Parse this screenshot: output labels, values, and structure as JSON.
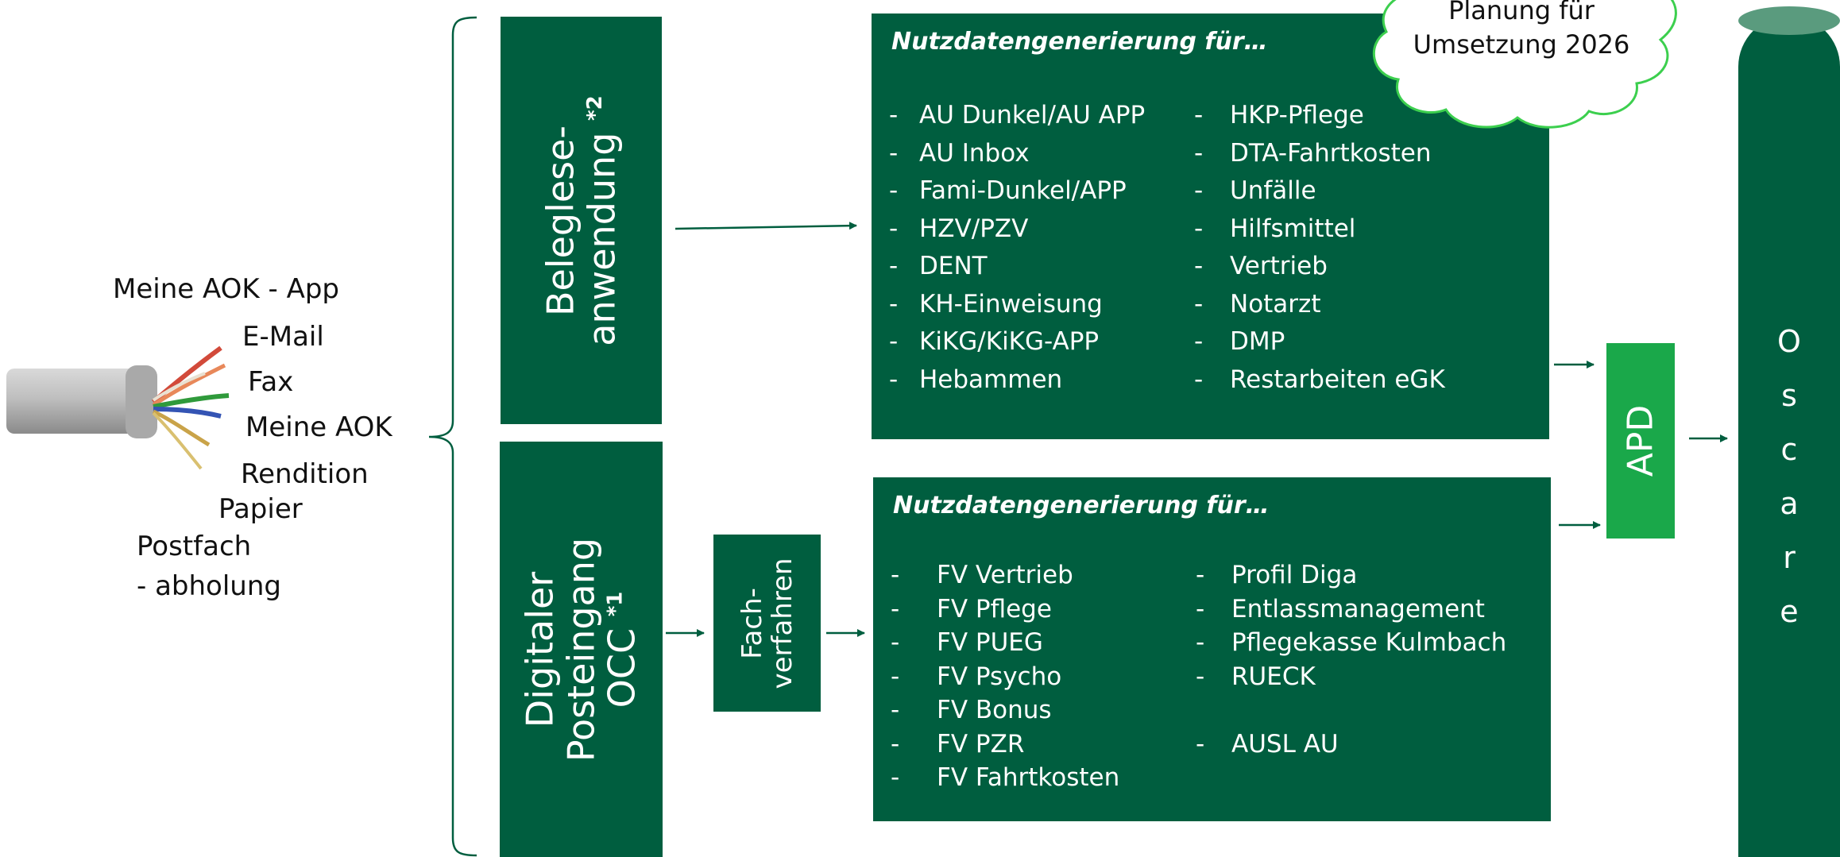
{
  "sources": {
    "items": [
      "Meine AOK - App",
      "E-Mail",
      "Fax",
      "Meine AOK",
      "Rendition",
      "Papier",
      "Postfach",
      "- abholung"
    ]
  },
  "belegleseanwendung": {
    "line1": "Beleglese-",
    "line2": "anwendung",
    "footnote": "*2"
  },
  "digitaler_posteingang": {
    "line1": "Digitaler",
    "line2": "Posteingang",
    "line3": "OCC",
    "footnote": "*1"
  },
  "fachverfahren": {
    "line1": "Fach-",
    "line2": "verfahren"
  },
  "panel_top": {
    "title": "Nutzdatengenerierung für…",
    "dash": "-",
    "col1": [
      "AU Dunkel/AU APP",
      "AU Inbox",
      "Fami-Dunkel/APP",
      "HZV/PZV",
      "DENT",
      "KH-Einweisung",
      "KiKG/KiKG-APP",
      "Hebammen"
    ],
    "col2": [
      "HKP-Pflege",
      "DTA-Fahrtkosten",
      "Unfälle",
      "Hilfsmittel",
      "Vertrieb",
      "Notarzt",
      "DMP",
      "Restarbeiten eGK"
    ]
  },
  "panel_bottom": {
    "title": "Nutzdatengenerierung für…",
    "dash": "-",
    "col1": [
      "FV Vertrieb",
      "FV Pflege",
      "FV PUEG",
      "FV Psycho",
      "FV Bonus",
      "FV PZR",
      "FV Fahrtkosten"
    ],
    "col2": [
      "Profil Diga",
      "Entlassmanagement",
      "Pflegekasse Kulmbach",
      "RUECK",
      "",
      "AUSL AU",
      ""
    ]
  },
  "cloud": {
    "line1": "Planung für",
    "line2": "Umsetzung 2026"
  },
  "apd": {
    "label": "APD"
  },
  "oscare": {
    "letters": [
      "O",
      "s",
      "c",
      "a",
      "r",
      "e"
    ]
  },
  "colors": {
    "dark_green": "#005e3f",
    "bright_green": "#1aa84a",
    "cloud_border": "#3ccf4e"
  },
  "icons": {
    "cable": "network-cable-icon"
  }
}
